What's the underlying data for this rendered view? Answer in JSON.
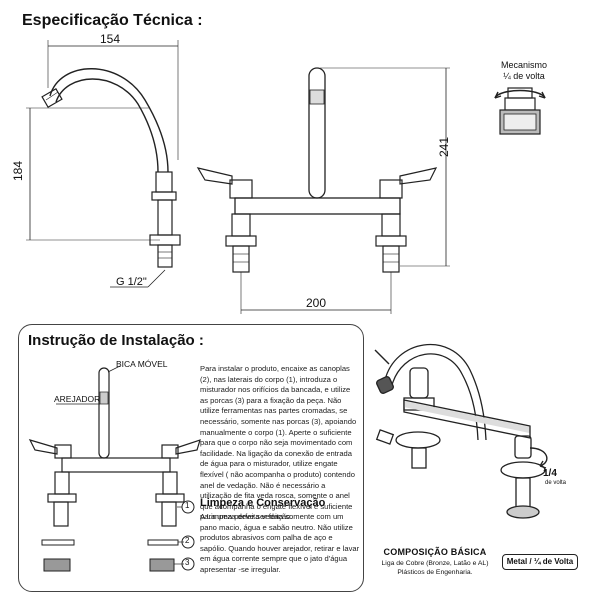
{
  "spec": {
    "title": "Especificação Técnica :",
    "dim_width": "154",
    "dim_height": "184",
    "dim_total_height": "241",
    "dim_spacing": "200",
    "thread": "G 1/2\"",
    "mechanism_label_line1": "Mecanismo",
    "mechanism_label_line2": "¼ de volta"
  },
  "install": {
    "title": "Instrução de Instalação :",
    "label_spout": "BICA MÓVEL",
    "label_aerator": "AREJADOR",
    "callouts": [
      "1",
      "2",
      "3"
    ],
    "instructions": "Para instalar o produto, encaixe as canoplas (2), nas laterais do corpo (1), introduza o misturador nos orifícios da bancada, e utilize as porcas (3) para a fixação da peça. Não utilize ferramentas nas partes cromadas, se necessário, somente nas porcas (3), apoiando manualmente o corpo (1). Aperte o suficiente para que o corpo não seja movimentado com facilidade. Na ligação da conexão de entrada de água para o misturador, utilize engate flexível ( não acompanha o produto) contendo anel de vedação. Não é necessário a utilização de fita veda rosca, somente o anel que acompanha o engate flexível é suficiente para uma perfeita vedação.",
    "cleaning_title": "Limpeza e Conservação",
    "cleaning_text": "A Limpeza deve ser feita somente com um pano macio, água e sabão neutro. Não utilize produtos abrasivos com palha de aço e sapólio. Quando houver arejador, retirar e lavar em água corrente sempre que o jato d'água apresentar -se irregular."
  },
  "composition": {
    "title": "COMPOSIÇÃO BÁSICA",
    "line1": "Liga de Cobre (Bronze, Latão e AL)",
    "line2": "Plásticos de Engenharia."
  },
  "product": {
    "quarter_label": "1/4",
    "quarter_sub": "de volta",
    "badge": "Metal / ¼ de Volta"
  }
}
